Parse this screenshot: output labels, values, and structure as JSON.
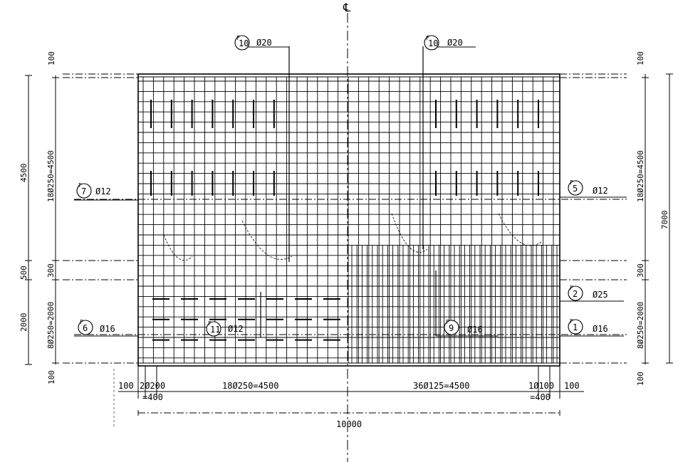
{
  "centerline": {
    "symbol": "℄"
  },
  "bars": [
    {
      "id": "10",
      "spec": "Ø20"
    },
    {
      "id": "10",
      "spec": "Ø20"
    },
    {
      "id": "7",
      "spec": "Ø12"
    },
    {
      "id": "5",
      "spec": "Ø12"
    },
    {
      "id": "2",
      "spec": "Ø25"
    },
    {
      "id": "6",
      "spec": "Ø16"
    },
    {
      "id": "1",
      "spec": "Ø16"
    },
    {
      "id": "11",
      "spec": "Ø12"
    },
    {
      "id": "9",
      "spec": "Ø16"
    }
  ],
  "left_dims": {
    "top_cover": "100",
    "upper_total": "4500",
    "upper_bars": "18Ø250=4500",
    "mid_total": "500",
    "mid_gap": "300",
    "lower_total": "2000",
    "lower_bars": "8Ø250=2000",
    "bottom_cover": "100"
  },
  "right_dims": {
    "top_cover": "100",
    "upper_bars": "18Ø250=4500",
    "total": "7000",
    "mid_gap": "300",
    "lower_bars": "8Ø250=2000",
    "bottom_cover": "100"
  },
  "bottom_dims": {
    "left_cover": "100",
    "left_pair": "2Ø200",
    "left_pair_total": "=400",
    "left_bars": "18Ø250=4500",
    "right_bars": "36Ø125=4500",
    "right_pair": "1Ø100",
    "right_pair_total": "=400",
    "right_cover": "100",
    "overall": "10000"
  }
}
